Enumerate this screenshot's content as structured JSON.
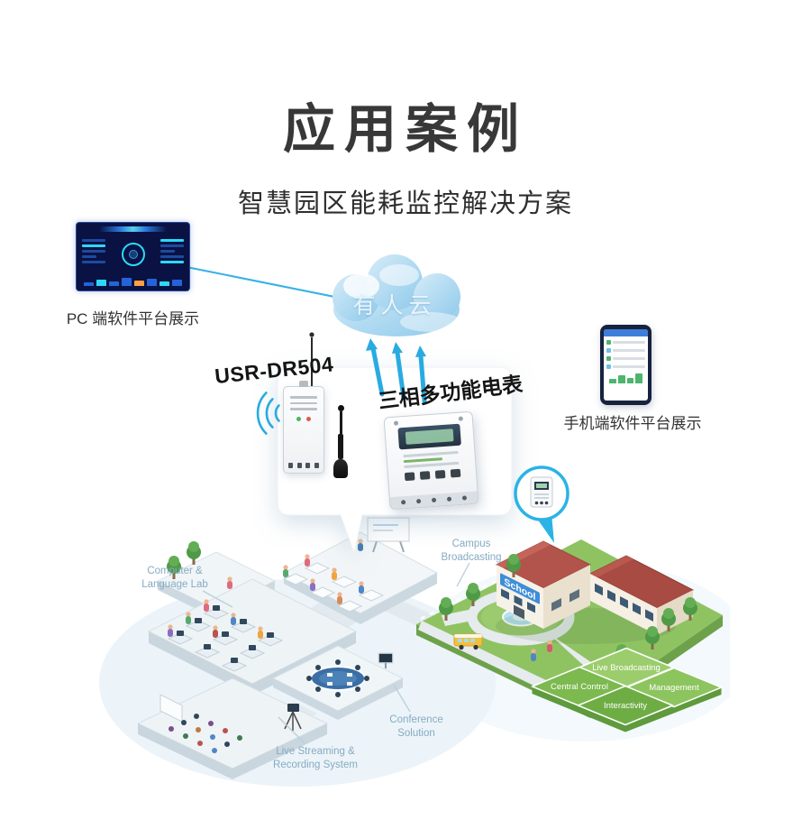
{
  "page": {
    "title": "应用案例",
    "subtitle": "智慧园区能耗监控解决方案"
  },
  "pc": {
    "caption": "PC 端软件平台展示"
  },
  "cloud": {
    "name": "有人云"
  },
  "gateway": {
    "model": "USR-DR504"
  },
  "meter": {
    "name": "三相多功能电表"
  },
  "phone": {
    "caption": "手机端软件平台展示"
  },
  "campus": {
    "school_sign": "School",
    "labels": {
      "computer_lab": "Computer & Language Lab",
      "campus_broadcasting": "Campus Broadcasting",
      "conference": "Conference Solution",
      "live_streaming": "Live Streaming & Recording System",
      "live_broadcasting": "Live Broadcasting",
      "central_control": "Central Control",
      "management": "Management",
      "interactivity": "Interactivity"
    }
  },
  "colors": {
    "accent_blue": "#29abe2",
    "campus_label_blue": "#86abc2",
    "campus_green": "#8fc362"
  }
}
